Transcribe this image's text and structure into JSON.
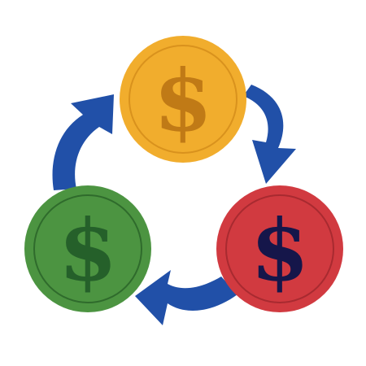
{
  "colors": {
    "arrow": "#2150a8",
    "background": "#ffffff"
  },
  "coins": [
    {
      "id": "top",
      "symbol": "$",
      "icon": "dollar-coin-icon",
      "fill": "#f1ad2d",
      "rim": "#d9921d",
      "symbol_color": "#c07a16"
    },
    {
      "id": "right",
      "symbol": "$",
      "icon": "dollar-coin-icon",
      "fill": "#d13a40",
      "rim": "#a82a30",
      "symbol_color": "#15164a"
    },
    {
      "id": "left",
      "symbol": "$",
      "icon": "dollar-coin-icon",
      "fill": "#4c9441",
      "rim": "#2f6b2c",
      "symbol_color": "#25602a"
    }
  ],
  "arrows": [
    {
      "icon": "cycle-arrow-icon",
      "from": "top",
      "to": "right"
    },
    {
      "icon": "cycle-arrow-icon",
      "from": "right",
      "to": "left"
    },
    {
      "icon": "cycle-arrow-icon",
      "from": "left",
      "to": "top"
    }
  ]
}
